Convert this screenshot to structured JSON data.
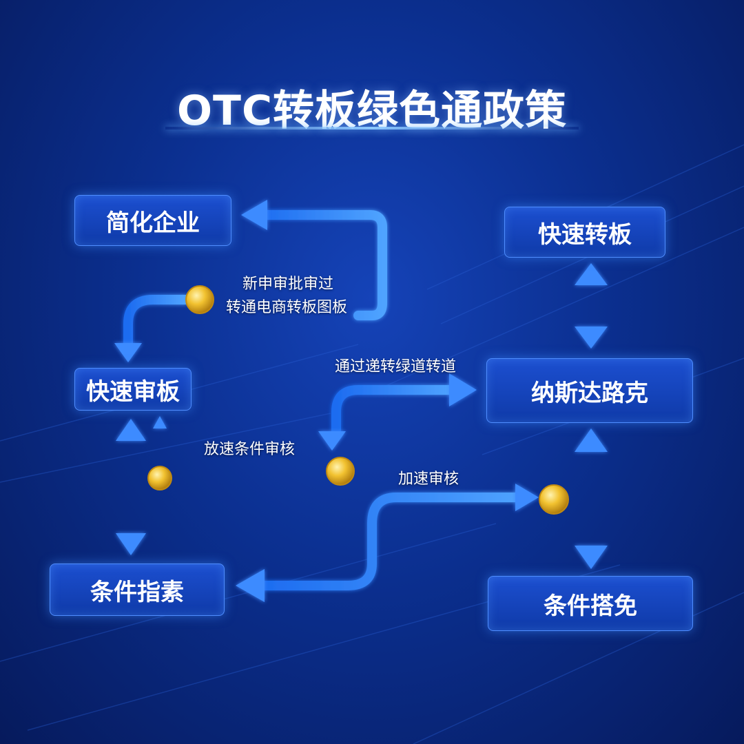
{
  "title": "OTC转板绿色通政策",
  "nodes": {
    "simplify": "简化企业",
    "fast_review": "快速审板",
    "conditions_guide": "条件指素",
    "fast_transfer": "快速转板",
    "nasdaq": "纳斯达路克",
    "conditions_exempt": "条件搭免"
  },
  "labels": {
    "top_line1": "新申审批审过",
    "top_line2": "转通电商转板图板",
    "channel": "通过递转绿道转道",
    "condition_review": "放速条件审核",
    "accel_review": "加速审核"
  },
  "colors": {
    "background": "#0b2f8f",
    "node_fill": "#1645c0",
    "node_border": "#4f8dff",
    "arrow": "#3d8bff",
    "coin": "#f2c230"
  }
}
